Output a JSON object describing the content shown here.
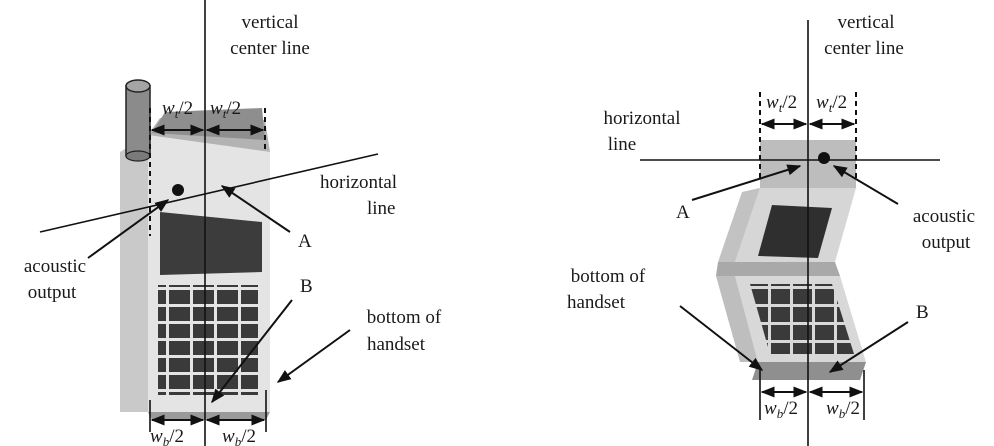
{
  "left": {
    "vertical_center_line": [
      "vertical",
      "center line"
    ],
    "top_half_width": "w",
    "top_half_width_sub": "t",
    "top_half_width_div": "/2",
    "horizontal_line": [
      "horizontal",
      "line"
    ],
    "point_a": "A",
    "point_b": "B",
    "acoustic_output": [
      "acoustic",
      "output"
    ],
    "bottom_of_handset": [
      "bottom of",
      "handset"
    ],
    "bottom_half_width": "w",
    "bottom_half_width_sub": "b",
    "bottom_half_width_div": "/2"
  },
  "right": {
    "vertical_center_line": [
      "vertical",
      "center line"
    ],
    "top_half_width": "w",
    "top_half_width_sub": "t",
    "top_half_width_div": "/2",
    "horizontal_line": [
      "horizontal",
      "line"
    ],
    "point_a": "A",
    "point_b": "B",
    "acoustic_output": [
      "acoustic",
      "output"
    ],
    "bottom_of_handset": [
      "bottom of",
      "handset"
    ],
    "bottom_half_width": "w",
    "bottom_half_width_sub": "b",
    "bottom_half_width_div": "/2"
  }
}
